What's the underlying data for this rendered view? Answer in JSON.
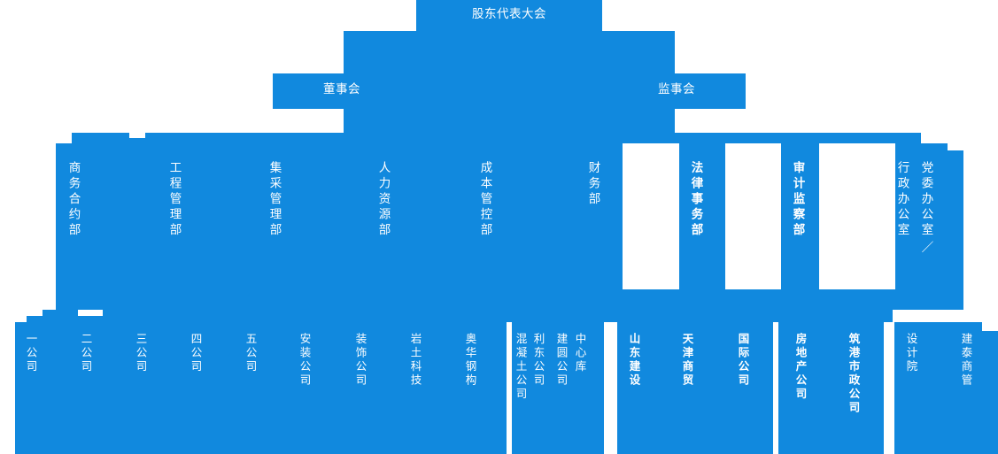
{
  "meta": {
    "accent_color": "#1189de",
    "text_color": "#ffffff",
    "background": "#ffffff"
  },
  "chart_data": {
    "type": "diagram",
    "subtype": "organization-chart",
    "title": "",
    "levels": [
      {
        "level": 1,
        "nodes": [
          {
            "label": "股东代表大会"
          }
        ]
      },
      {
        "level": 2,
        "nodes": [
          {
            "label": "董事会"
          },
          {
            "label": "监事会"
          }
        ]
      },
      {
        "level": 3,
        "nodes": [
          {
            "label": "商务合约部",
            "parent": "董事会"
          },
          {
            "label": "工程管理部",
            "parent": "董事会"
          },
          {
            "label": "集采管理部",
            "parent": "董事会"
          },
          {
            "label": "人力资源部",
            "parent": "董事会"
          },
          {
            "label": "成本管控部",
            "parent": "董事会"
          },
          {
            "label": "财务部",
            "parent": "董事会"
          },
          {
            "label": "法律事务部",
            "parent": "监事会"
          },
          {
            "label": "审计监察部",
            "parent": "监事会"
          },
          {
            "label": "行政办公室",
            "parent": "监事会"
          },
          {
            "label": "党委办公室",
            "parent": "监事会"
          },
          {
            "label": "／"
          }
        ]
      },
      {
        "level": 4,
        "nodes": [
          {
            "label": "一公司"
          },
          {
            "label": "二公司"
          },
          {
            "label": "三公司"
          },
          {
            "label": "四公司"
          },
          {
            "label": "五公司"
          },
          {
            "label": "安装公司"
          },
          {
            "label": "装饰公司"
          },
          {
            "label": "岩土科技"
          },
          {
            "label": "奥华钢构"
          },
          {
            "label": "混凝土公司"
          },
          {
            "label": "利东公司"
          },
          {
            "label": "建圆公司"
          },
          {
            "label": "中心库"
          },
          {
            "label": "山东建设"
          },
          {
            "label": "天津商贸"
          },
          {
            "label": "国际公司"
          },
          {
            "label": "房地产公司"
          },
          {
            "label": "筑港市政公司"
          },
          {
            "label": "设计院"
          },
          {
            "label": "建泰商管"
          }
        ]
      }
    ]
  },
  "top": {
    "assembly": "股东代表大会"
  },
  "level2": {
    "board": "董事会",
    "supervisors": "监事会"
  },
  "departments": {
    "business_contract": "商务合约部",
    "engineering_mgmt": "工程管理部",
    "procurement_mgmt": "集采管理部",
    "human_resources": "人力资源部",
    "cost_control": "成本管控部",
    "finance": "财务部",
    "legal_affairs": "法律事务部",
    "audit_supervision": "审计监察部",
    "admin_office": "行政办公室",
    "party_committee_office": "党委办公室",
    "slash": "／"
  },
  "subsidiaries": {
    "co1": "一公司",
    "co2": "二公司",
    "co3": "三公司",
    "co4": "四公司",
    "co5": "五公司",
    "installation": "安装公司",
    "decoration": "装饰公司",
    "geotech": "岩土科技",
    "aohua_steel": "奥华钢构",
    "concrete": "混凝土公司",
    "lidong": "利东公司",
    "jianyuan": "建圆公司",
    "central_warehouse": "中心库",
    "shandong_construction": "山东建设",
    "tianjin_trade": "天津商贸",
    "international": "国际公司",
    "real_estate": "房地产公司",
    "zhugang_municipal": "筑港市政公司",
    "design_institute": "设计院",
    "jiantai_property": "建泰商管"
  }
}
